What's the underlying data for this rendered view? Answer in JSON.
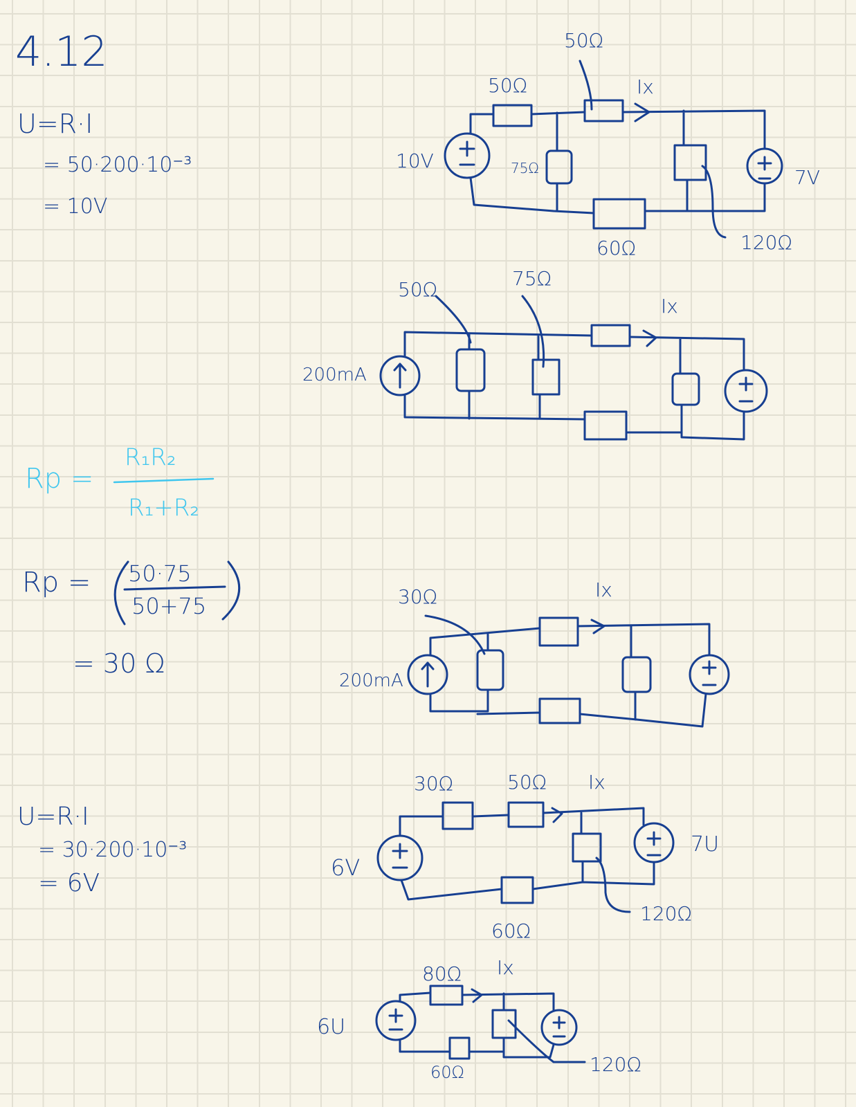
{
  "colors": {
    "ink": "#173f91",
    "highlight": "#3fc6ee",
    "paper": "#f8f5e9",
    "grid": "#e2dfd2"
  },
  "left": {
    "title": "4.12",
    "calc1": [
      "U=R·I",
      "= 50·200·10⁻³",
      "= 10V"
    ],
    "formula": {
      "lhs": "Rp =",
      "num": "R₁R₂",
      "den": "R₁+R₂"
    },
    "calc2": {
      "lhs": "Rp =",
      "num": "50·75",
      "den": "50+75",
      "result": "= 30 Ω"
    },
    "calc3": [
      "U=R·I",
      "= 30·200·10⁻³",
      "= 6V"
    ]
  },
  "circuit1": {
    "source": "10V",
    "r1": "50Ω",
    "r2": "50Ω",
    "r3": "75Ω",
    "r4": "60Ω",
    "r5": "120Ω",
    "source2": "7V",
    "current": "Ix"
  },
  "circuit2": {
    "source": "200mA",
    "r1": "50Ω",
    "r2": "75Ω",
    "current": "Ix"
  },
  "circuit3": {
    "source": "200mA",
    "r1": "30Ω",
    "current": "Ix"
  },
  "circuit4": {
    "source": "6V",
    "r1": "30Ω",
    "r2": "50Ω",
    "current": "Ix",
    "source2": "7U",
    "r3": "120Ω",
    "r4": "60Ω"
  },
  "circuit5": {
    "source": "6U",
    "r1": "80Ω",
    "current": "Ix",
    "r2": "120Ω",
    "r3": "60Ω"
  }
}
